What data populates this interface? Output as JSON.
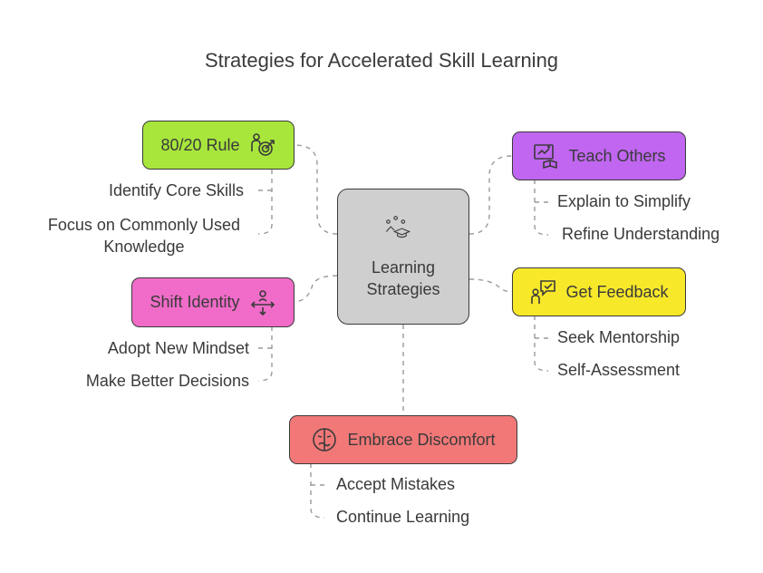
{
  "title": "Strategies for Accelerated Skill Learning",
  "center": {
    "line1": "Learning",
    "line2": "Strategies",
    "icon": "learning-icon"
  },
  "branches": {
    "rule": {
      "label": "80/20 Rule",
      "color": "#a8e63c",
      "icon": "target-person-icon",
      "items": [
        "Identify Core Skills",
        "Focus on Commonly Used",
        "Knowledge"
      ]
    },
    "shift": {
      "label": "Shift Identity",
      "color": "#f06cc8",
      "icon": "balance-person-icon",
      "items": [
        "Adopt New Mindset",
        "Make Better Decisions"
      ]
    },
    "teach": {
      "label": "Teach Others",
      "color": "#c066f0",
      "icon": "presentation-icon",
      "items": [
        "Explain to Simplify",
        "Refine Understanding"
      ]
    },
    "feedback": {
      "label": "Get Feedback",
      "color": "#f8e82a",
      "icon": "feedback-icon",
      "items": [
        "Seek Mentorship",
        "Self-Assessment"
      ]
    },
    "discomfort": {
      "label": "Embrace Discomfort",
      "color": "#f27878",
      "icon": "mask-icon",
      "items": [
        "Accept Mistakes",
        "Continue Learning"
      ]
    }
  }
}
